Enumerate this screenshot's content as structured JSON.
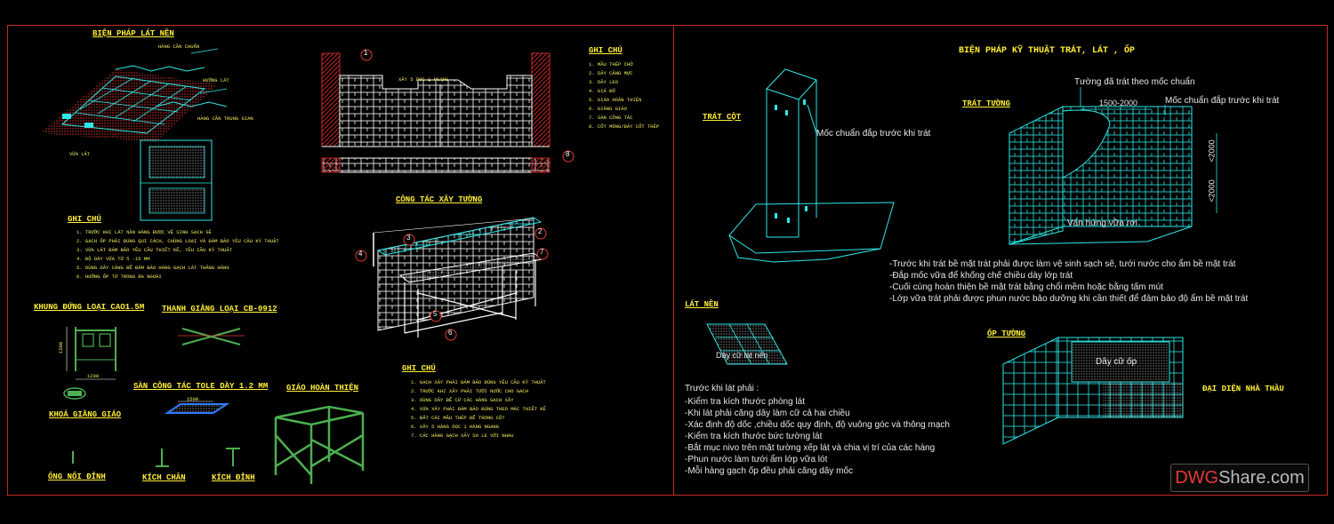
{
  "watermark": {
    "part1": "DWG",
    "part2": "Share.com"
  },
  "left": {
    "title_lat_nen": "BIỆN PHÁP LÁT NỀN",
    "lat_nen_labels": [
      "HÀNG CẦN CHUẨN",
      "HƯỚNG LÁT",
      "HÀNG CẦN TRUNG GIAN",
      "VỮA LÁT"
    ],
    "ghi_chu_1_title": "GHI CHÚ",
    "ghi_chu_1_items": [
      "1. TRƯỚC KHI LÁT NẶN HÀNG ĐƯỢC VỆ SINH SẠCH SẼ",
      "2. GẠCH ỐP PHẢI ĐÚNG QUI CÁCH, CHỦNG LOẠI VÀ ĐẢM BẢO YÊU CẦU KỸ THUẬT",
      "3. VỮA LÁT ĐẢM BẢO YÊU CẦU THIẾT KẾ, YÊU CẦU KỸ THUẬT",
      "4. ĐỘ DÀY VỮA TỪ 5 -15 MM",
      "5. DÙNG DÂY CĂNG ĐỂ ĐẢM BẢO HÀNG GẠCH LÁT THẲNG HÀNG",
      "6. HƯỚNG ỐP TỪ TRONG RA NGOÀI"
    ],
    "khung_dung": "KHUNG ĐỨNG LOẠI CAO1.5M",
    "thanh_giang": "THANH GIẰNG LOẠI CB-0912",
    "khoa_giang": "KHOÁ GIẰNG GIÁO",
    "san_cong_tac": "SÀN CÔNG TÁC TOLE DÀY 1.2 MM",
    "giao_hoan_thien": "GIÁO HOÀN THIỆN",
    "ong_noi_dinh": "ỐNG NỐI ĐỈNH",
    "kich_chan": "KÍCH CHÂN",
    "kich_dinh": "KÍCH ĐỈNH",
    "dims": [
      "1500",
      "1200",
      "1500"
    ],
    "wall_label": "XÂY 5 DỌC 1 NGANG",
    "ghi_chu_2_title": "GHI CHÚ",
    "ghi_chu_2_items": [
      "1. MẦU THÉP CHỜ",
      "2. DÂY CĂNG MỰC",
      "3. DÂY LEO",
      "4. GIÁ ĐỠ",
      "5. GIÁO HOÀN THIỆN",
      "6. GIẰNG GIÁO",
      "7. SÀN CÔNG TÁC",
      "8. CỐT MÓNG/ĐÁY CỐT THÉP"
    ],
    "cong_tac_xay_tuong": "CÔNG TÁC XÂY TƯỜNG",
    "ghi_chu_3_title": "GHI CHÚ",
    "ghi_chu_3_items": [
      "1. GẠCH XÂY PHẢI ĐẢM BẢO ĐÚNG YÊU CẦU KỸ THUẬT",
      "2. TRƯỚC KHI XÂY PHẢI TƯỚI NƯỚC CHO GẠCH",
      "3. DÙNG DÂY ĐỂ CỮ CÁC HÀNG GẠCH XÂY",
      "4. VỮA XÂY PHẢI ĐẢM BẢO ĐÚNG THEO MÁC THIẾT KẾ",
      "5. BẮT CÁC MẦU THÉP ĐỂ TRONG CỘT",
      "6. XÂY 5 HÀNG DỌC 1 HÀNG NGANG",
      "7. CÁC HÀNG GẠCH XÂY SO LE VỚI NHAU"
    ],
    "callouts": [
      "1",
      "2",
      "3",
      "4",
      "5",
      "6",
      "7",
      "8"
    ]
  },
  "right": {
    "title": "BIỆN PHÁP KỸ THUẬT TRÁT, LÁT , ỐP",
    "trat_cot": "TRÁT CỘT",
    "moc_chuan_cot": "Mốc chuẩn đắp trước khi trát",
    "trat_tuong": "TRÁT TƯỜNG",
    "tuong_da_trat": "Tường đã trát theo mốc chuẩn",
    "dim_1500_2000": "1500-2000",
    "moc_chuan_tuong": "Mốc chuẩn đắp trước khi trát",
    "dim_2000a": "<2000",
    "dim_2000b": "<2000",
    "van_hung": "Ván hứng vữa rơi",
    "notes_trat": [
      "-Trước khi trát bề mặt trát phải được làm vệ sinh sạch sẽ, tưới nước cho ẩm bề mặt trát",
      "-Đắp mốc vữa để khống chế chiều dày lớp trát",
      "-Cuối cùng hoàn thiện bề mặt trát bằng chổi mềm hoặc bằng tấm mút",
      "-Lớp vữa trát phải được phun nước bảo dưỡng khi cần thiết để đảm bảo độ ẩm bề mặt trát"
    ],
    "lat_nen": "LÁT NỀN",
    "day_cu_lat_nen": "Dây cữ lát nền",
    "op_tuong": "ỐP TƯỜNG",
    "day_cu_op": "Dây cữ ốp",
    "dai_dien": "ĐẠI DIỆN NHÀ THẦU",
    "truoc_khi_lat": "Trước khi lát phải :",
    "notes_lat": [
      "-Kiểm tra kích thước phòng lát",
      "-Khi lát phải căng dây làm cữ cả hai chiều",
      "-Xác định độ dốc ,chiều dốc quy định, độ vuông góc và thông mạch",
      "-Kiểm tra kích thước bức tường lát",
      "-Bắt mục nivo trên mặt tường xếp lát và chia vị trí của các hàng",
      "-Phun nước làm tưới ẩm lớp vữa lót",
      "-Mỗi hàng gạch ốp đều phải căng dây mốc"
    ]
  }
}
